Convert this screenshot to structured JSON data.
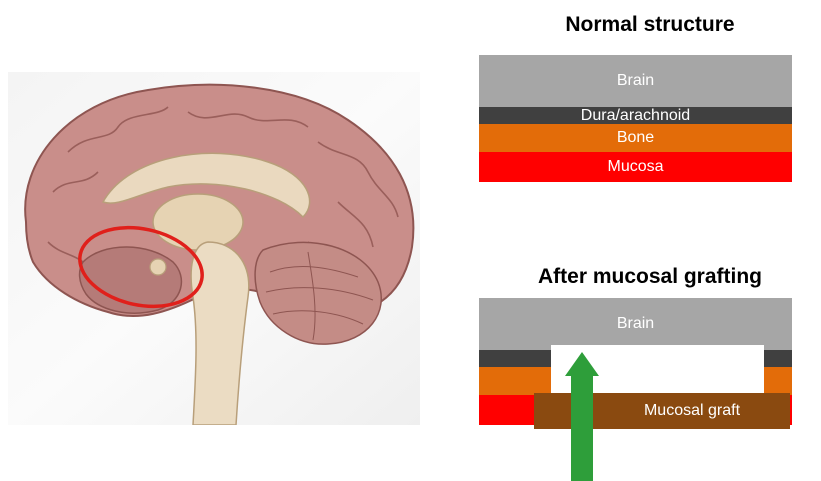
{
  "normal": {
    "title": "Normal structure",
    "layers": {
      "brain": "Brain",
      "dura": "Dura/arachnoid",
      "bone": "Bone",
      "mucosa": "Mucosa"
    }
  },
  "after": {
    "title": "After mucosal grafting",
    "brain": "Brain",
    "graft": "Mucosal graft"
  },
  "colors": {
    "brain": "#a6a6a6",
    "dura": "#404040",
    "bone": "#e36c09",
    "mucosa": "#ff0000",
    "graft": "#8a4a10",
    "arrow": "#2e9e3a",
    "highlight": "#e0201b"
  },
  "icons": {
    "anatomy": "sagittal-brain-illustration",
    "arrow": "upward-arrow"
  }
}
